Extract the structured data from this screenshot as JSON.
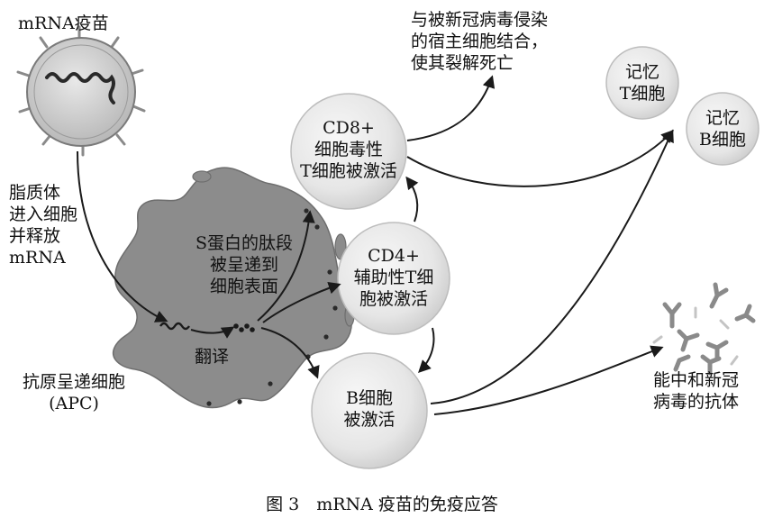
{
  "labels": {
    "mrna_vaccine": "mRNA疫苗",
    "lipid_entry": [
      "脂质体",
      "进入细胞",
      "并释放",
      "mRNA"
    ],
    "apc": [
      "抗原呈递细胞",
      "(APC)"
    ],
    "translation": "翻译",
    "peptide_presented": [
      "S蛋白的肽段",
      "被呈递到",
      "细胞表面"
    ],
    "cd8_cell": [
      "CD8+",
      "细胞毒性",
      "T细胞被激活"
    ],
    "cd4_cell": [
      "CD4+",
      "辅助性T细",
      "胞被激活"
    ],
    "b_cell": [
      "B细胞",
      "被激活"
    ],
    "memory_t": [
      "记忆",
      "T细胞"
    ],
    "memory_b": [
      "记忆",
      "B细胞"
    ],
    "kill_infected": [
      "与被新冠病毒侵染",
      "的宿主细胞结合，",
      "使其裂解死亡"
    ],
    "antibodies": [
      "能中和新冠",
      "病毒的抗体"
    ]
  },
  "caption": "图 3　mRNA 疫苗的免疫应答"
}
